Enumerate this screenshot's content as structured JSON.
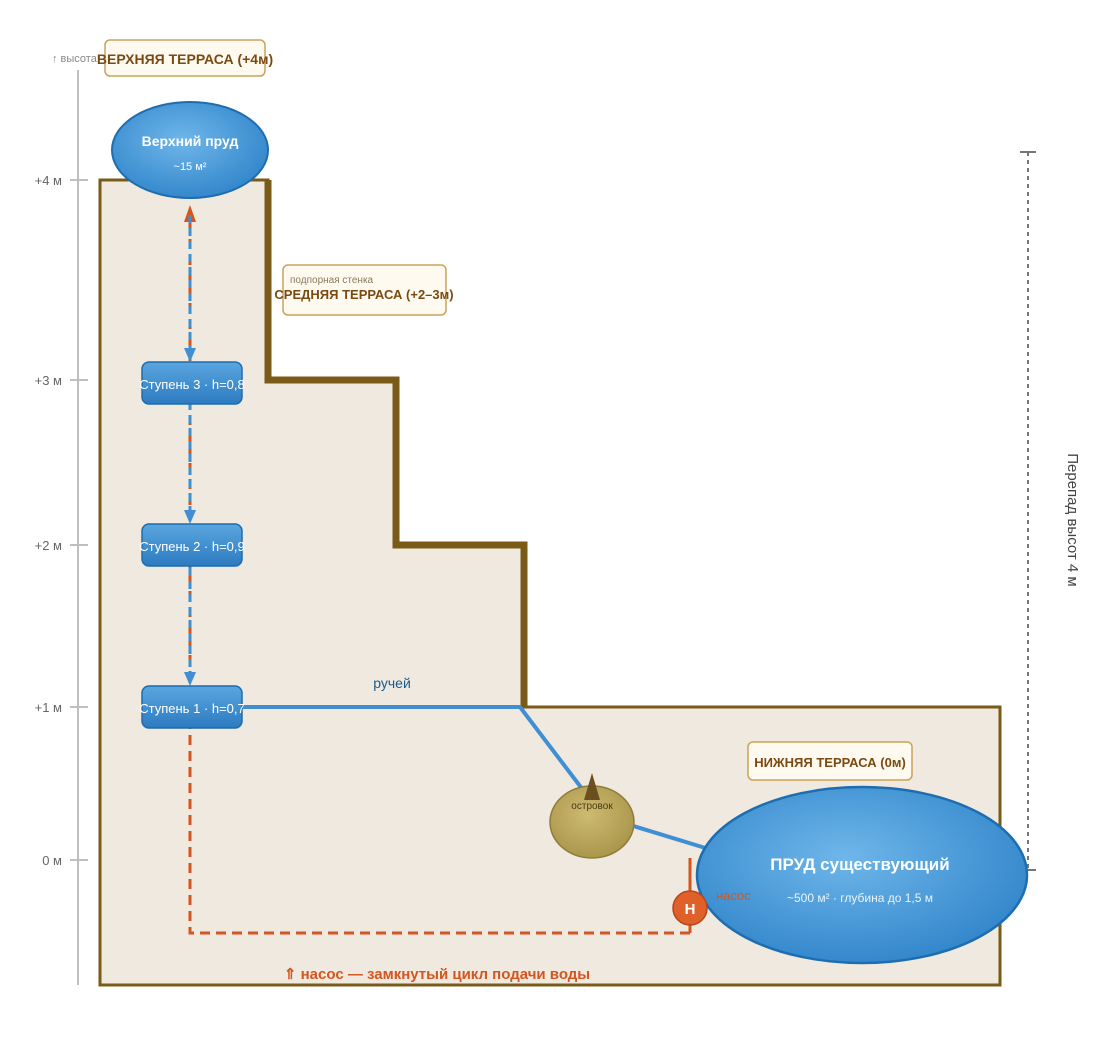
{
  "axis": {
    "title": "↑ высота",
    "ticks": [
      "+4 м",
      "+3 м",
      "+2 м",
      "+1 м",
      "0 м"
    ]
  },
  "terraces": {
    "upper": "ВЕРХНЯЯ ТЕРРАСА (+4м)",
    "middle": "СРЕДНЯЯ ТЕРРАСА (+2–3м)",
    "middle_note": "подпорная стенка",
    "lower": "НИЖНЯЯ ТЕРРАСА (0м)"
  },
  "upper_pond": {
    "name": "Верхний пруд",
    "area": "~15 м²"
  },
  "steps": [
    {
      "label": "Ступень 3 · h=0,8"
    },
    {
      "label": "Ступень 2 · h=0,9"
    },
    {
      "label": "Ступень 1 · h=0,7"
    }
  ],
  "stream_label": "ручей",
  "island_label": "островок",
  "main_pond": {
    "name": "ПРУД существующий",
    "detail": "~500 м² · глубина до 1,5 м"
  },
  "pump": {
    "symbol": "Н",
    "label": "насос"
  },
  "cycle_caption": "⇑ насос — замкнутый цикл подачи воды",
  "height_difference": "Перепад высот  4 м",
  "colors": {
    "ground": "#efe9df",
    "wall": "#7a5a17",
    "water": "#3f8fd2",
    "water_dark": "#1d6db0",
    "pump_line": "#d4551e",
    "label_border": "#c9a35a",
    "island": "#b8a45a"
  }
}
